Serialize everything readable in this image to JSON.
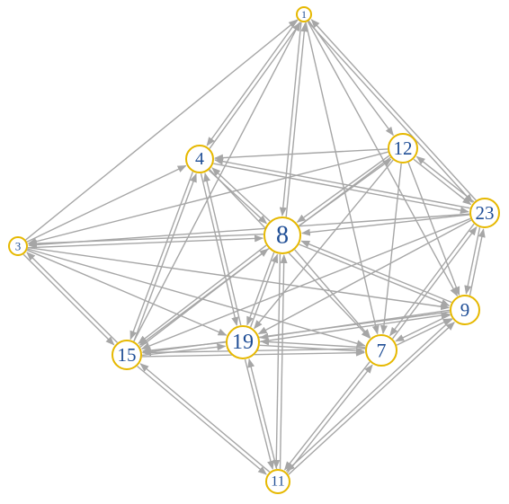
{
  "graph": {
    "colors": {
      "edge": "#a6a6a6",
      "node_fill": "#ffffff",
      "node_stroke": "#e6b800",
      "label": "#1f4e96"
    },
    "nodes": [
      {
        "id": "1",
        "label": "1"
      },
      {
        "id": "3",
        "label": "3"
      },
      {
        "id": "4",
        "label": "4"
      },
      {
        "id": "7",
        "label": "7"
      },
      {
        "id": "8",
        "label": "8"
      },
      {
        "id": "9",
        "label": "9"
      },
      {
        "id": "11",
        "label": "11"
      },
      {
        "id": "12",
        "label": "12"
      },
      {
        "id": "15",
        "label": "15"
      },
      {
        "id": "19",
        "label": "19"
      },
      {
        "id": "23",
        "label": "23"
      }
    ],
    "edges": [
      {
        "from": "3",
        "to": "1"
      },
      {
        "from": "4",
        "to": "1"
      },
      {
        "from": "8",
        "to": "1"
      },
      {
        "from": "15",
        "to": "1"
      },
      {
        "from": "1",
        "to": "12"
      },
      {
        "from": "1",
        "to": "23"
      },
      {
        "from": "23",
        "to": "1"
      },
      {
        "from": "1",
        "to": "7"
      },
      {
        "from": "1",
        "to": "9"
      },
      {
        "from": "1",
        "to": "4"
      },
      {
        "from": "1",
        "to": "8"
      },
      {
        "from": "12",
        "to": "4"
      },
      {
        "from": "23",
        "to": "4"
      },
      {
        "from": "4",
        "to": "23"
      },
      {
        "from": "4",
        "to": "8"
      },
      {
        "from": "8",
        "to": "4"
      },
      {
        "from": "3",
        "to": "4"
      },
      {
        "from": "4",
        "to": "19"
      },
      {
        "from": "19",
        "to": "4"
      },
      {
        "from": "15",
        "to": "4"
      },
      {
        "from": "4",
        "to": "15"
      },
      {
        "from": "4",
        "to": "7"
      },
      {
        "from": "12",
        "to": "3"
      },
      {
        "from": "23",
        "to": "3"
      },
      {
        "from": "8",
        "to": "3"
      },
      {
        "from": "3",
        "to": "8"
      },
      {
        "from": "3",
        "to": "9"
      },
      {
        "from": "3",
        "to": "19"
      },
      {
        "from": "3",
        "to": "7"
      },
      {
        "from": "3",
        "to": "15"
      },
      {
        "from": "15",
        "to": "3"
      },
      {
        "from": "12",
        "to": "8"
      },
      {
        "from": "8",
        "to": "12"
      },
      {
        "from": "23",
        "to": "8"
      },
      {
        "from": "8",
        "to": "9"
      },
      {
        "from": "9",
        "to": "8"
      },
      {
        "from": "8",
        "to": "7"
      },
      {
        "from": "19",
        "to": "8"
      },
      {
        "from": "8",
        "to": "19"
      },
      {
        "from": "15",
        "to": "8"
      },
      {
        "from": "8",
        "to": "15"
      },
      {
        "from": "8",
        "to": "11"
      },
      {
        "from": "11",
        "to": "8"
      },
      {
        "from": "12",
        "to": "19"
      },
      {
        "from": "12",
        "to": "15"
      },
      {
        "from": "12",
        "to": "7"
      },
      {
        "from": "12",
        "to": "9"
      },
      {
        "from": "12",
        "to": "23"
      },
      {
        "from": "23",
        "to": "12"
      },
      {
        "from": "23",
        "to": "9"
      },
      {
        "from": "9",
        "to": "23"
      },
      {
        "from": "23",
        "to": "7"
      },
      {
        "from": "7",
        "to": "23"
      },
      {
        "from": "23",
        "to": "15"
      },
      {
        "from": "23",
        "to": "19"
      },
      {
        "from": "9",
        "to": "7"
      },
      {
        "from": "7",
        "to": "9"
      },
      {
        "from": "9",
        "to": "19"
      },
      {
        "from": "19",
        "to": "9"
      },
      {
        "from": "9",
        "to": "15"
      },
      {
        "from": "9",
        "to": "11"
      },
      {
        "from": "11",
        "to": "9"
      },
      {
        "from": "15",
        "to": "19"
      },
      {
        "from": "19",
        "to": "15"
      },
      {
        "from": "15",
        "to": "7"
      },
      {
        "from": "7",
        "to": "15"
      },
      {
        "from": "15",
        "to": "11"
      },
      {
        "from": "11",
        "to": "15"
      },
      {
        "from": "19",
        "to": "7"
      },
      {
        "from": "7",
        "to": "19"
      },
      {
        "from": "19",
        "to": "11"
      },
      {
        "from": "11",
        "to": "19"
      },
      {
        "from": "7",
        "to": "11"
      },
      {
        "from": "11",
        "to": "7"
      }
    ]
  }
}
